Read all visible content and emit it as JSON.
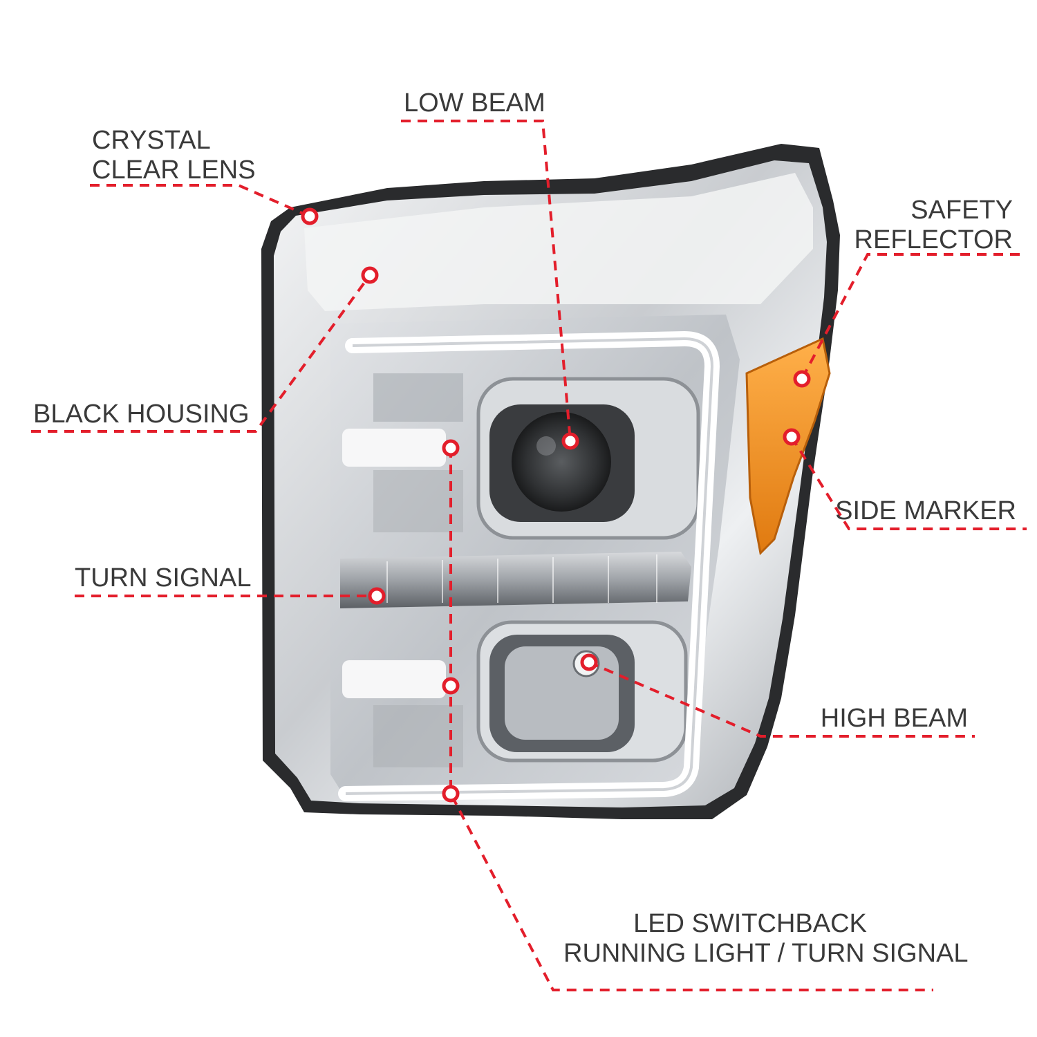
{
  "colors": {
    "callout": "#e31e2b",
    "label_text": "#3a3a3a",
    "chrome_light": "#e9eaec",
    "chrome_mid": "#b5b8bc",
    "chrome_dark": "#6f7378",
    "housing_black": "#2a2b2d",
    "amber": "#f08a17",
    "led_white": "#ffffff"
  },
  "callouts": {
    "crystal_clear_lens": [
      "CRYSTAL",
      "CLEAR LENS"
    ],
    "low_beam": "LOW BEAM",
    "safety_reflector": [
      "SAFETY",
      "REFLECTOR"
    ],
    "black_housing": "BLACK HOUSING",
    "side_marker": "SIDE MARKER",
    "turn_signal": "TURN SIGNAL",
    "high_beam": "HIGH BEAM",
    "led_switchback": [
      "LED SWITCHBACK",
      "RUNNING LIGHT / TURN SIGNAL"
    ]
  }
}
